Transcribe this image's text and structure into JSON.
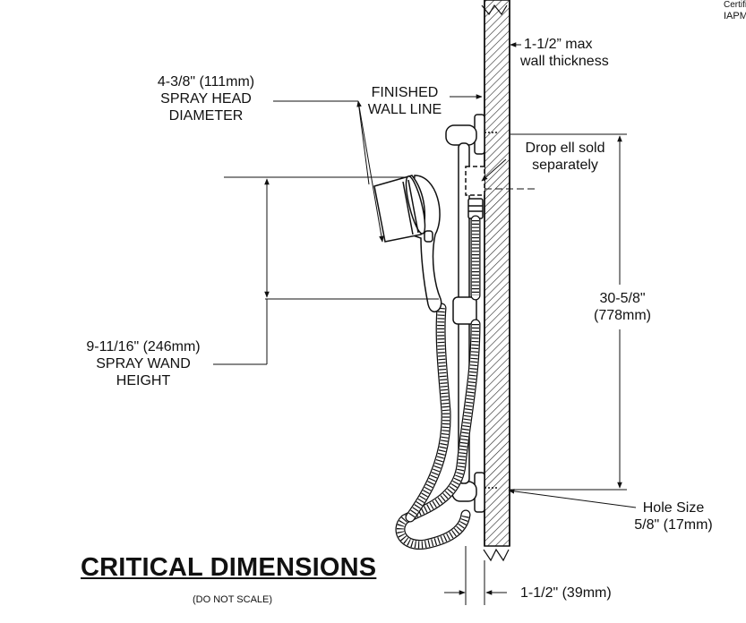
{
  "cert": {
    "line1": "Certifi",
    "line2": "IAPMO"
  },
  "labels": {
    "wall_thickness": {
      "line1": "1-1/2” max",
      "line2": "wall thickness"
    },
    "spray_head": {
      "line1": "4-3/8\" (111mm)",
      "line2": "SPRAY HEAD",
      "line3": "DIAMETER"
    },
    "finished_wall": {
      "line1": "FINISHED",
      "line2": "WALL LINE"
    },
    "drop_ell": {
      "line1": "Drop ell sold",
      "line2": "separately"
    },
    "bar_height": {
      "line1": "30-5/8\"",
      "line2": "(778mm)"
    },
    "spray_wand": {
      "line1": "9-11/16\" (246mm)",
      "line2": "SPRAY WAND",
      "line3": "HEIGHT"
    },
    "hole_size": {
      "line1": "Hole Size",
      "line2": "5/8\" (17mm)"
    },
    "projection": "1-1/2\" (39mm)"
  },
  "title": "CRITICAL DIMENSIONS",
  "note": "(DO NOT SCALE)",
  "colors": {
    "line": "#1a1a1a",
    "background": "#ffffff"
  }
}
